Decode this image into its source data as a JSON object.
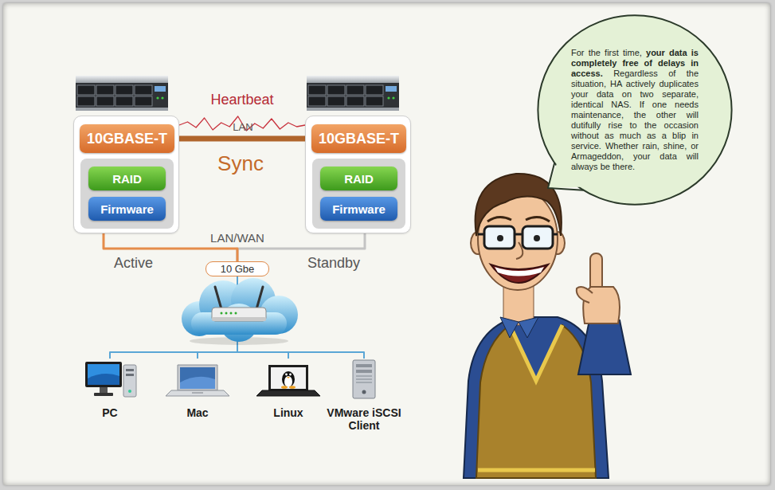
{
  "diagram": {
    "nodes": [
      {
        "text": [
          "Active"
        ]
      },
      {
        "text": [
          "10GBASE-T"
        ],
        "in": 0
      },
      {
        "text": [
          "RAID"
        ],
        "in": 0
      },
      {
        "text": [
          "Firmware"
        ],
        "in": 0
      },
      {
        "text": [
          "Standby"
        ]
      },
      {
        "text": [
          "10GBASE-T"
        ],
        "in": 4
      },
      {
        "text": [
          "RAID"
        ],
        "in": 4
      },
      {
        "text": [
          "Firmware"
        ],
        "in": 4
      },
      {
        "text": [
          "10 Gbe"
        ]
      },
      {
        "text": [
          "PC"
        ]
      },
      {
        "text": [
          "Mac"
        ]
      },
      {
        "text": [
          "Linux"
        ]
      },
      {
        "text": [
          "VMware iSCSI Client"
        ]
      },
      {
        "text": [
          "For the first time,",
          "your data is completely free of delays in access.",
          "Regardless of the situation, HA actively duplicates your data on two separate, identical NAS. If one needs maintenance, the other will dutifully rise to the occasion without as much as a blip in service. Whether rain, shine, or Armageddon, your data will always be there."
        ]
      }
    ],
    "edges": [
      {
        "from": 0,
        "to": 4,
        "arrow": "none",
        "label": "Heartbeat"
      },
      {
        "from": 1,
        "to": 5,
        "arrow": "none",
        "label": "LAN"
      },
      {
        "from": 0,
        "to": 8,
        "arrow": "none"
      },
      {
        "from": 4,
        "to": 8,
        "arrow": "none"
      },
      {
        "from": 8,
        "to": 9,
        "arrow": "none"
      },
      {
        "from": 8,
        "to": 10,
        "arrow": "none"
      },
      {
        "from": 8,
        "to": 11,
        "arrow": "none"
      },
      {
        "from": 8,
        "to": 12,
        "arrow": "none"
      }
    ],
    "labels": [
      "Sync",
      "LAN/WAN"
    ]
  }
}
